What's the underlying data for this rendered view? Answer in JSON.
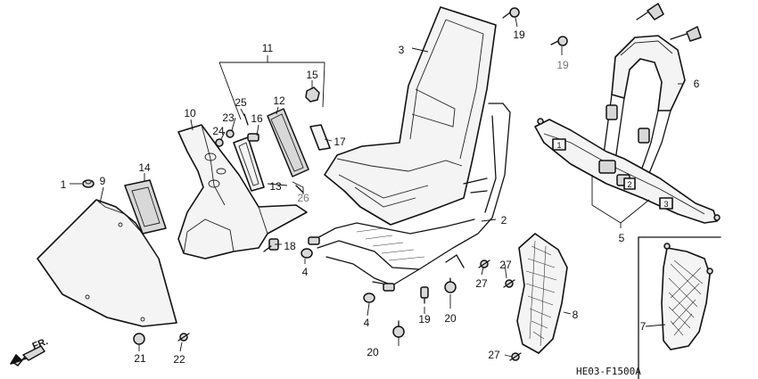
{
  "callouts": {
    "c1": "1",
    "c2": "2",
    "c3": "3",
    "c4a": "4",
    "c4b": "4",
    "c5": "5",
    "c6": "6",
    "c7": "7",
    "c8": "8",
    "c9": "9",
    "c10": "10",
    "c11": "11",
    "c12": "12",
    "c13": "13",
    "c14": "14",
    "c15": "15",
    "c16": "16",
    "c17": "17",
    "c18": "18",
    "c19a": "19",
    "c19b": "19",
    "c19c": "19",
    "c20a": "20",
    "c20b": "20",
    "c21": "21",
    "c22": "22",
    "c23": "23",
    "c24": "24",
    "c25": "25",
    "c26": "26",
    "c27a": "27",
    "c27b": "27",
    "c27c": "27"
  },
  "strap_marks": {
    "m1": "1",
    "m2": "2",
    "m3": "3"
  },
  "direction": {
    "label": "FR."
  },
  "figure_code": "HE03-F1500A",
  "colors": {
    "line": "#111111",
    "fill": "#f4f4f4",
    "grey_label": "#777777"
  }
}
